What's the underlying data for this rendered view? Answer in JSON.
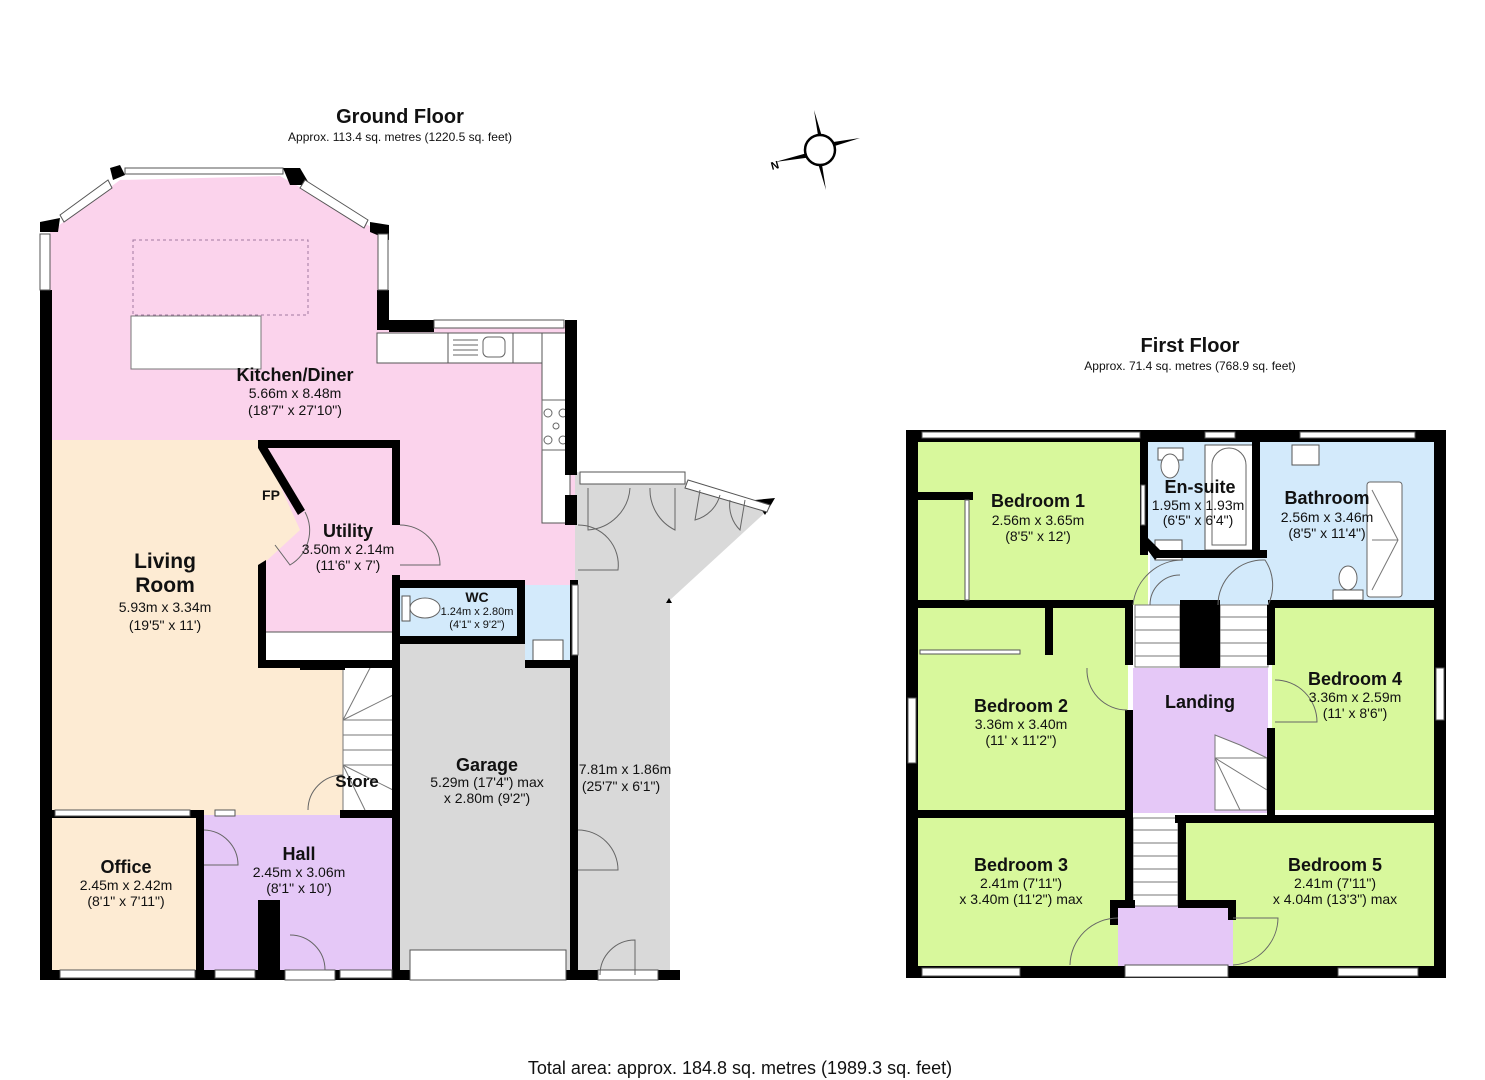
{
  "colors": {
    "kitchen": "#fbd3ec",
    "living": "#fdebd3",
    "hall": "#e5c8f7",
    "wet": "#d3eafb",
    "garage": "#d9d9d9",
    "bedroom": "#d8f89c",
    "wall": "#000000"
  },
  "compass": {
    "label": "N",
    "icon": "compass-rose-icon"
  },
  "ground_floor": {
    "title": "Ground Floor",
    "area": "Approx. 113.4 sq. metres (1220.5 sq. feet)",
    "rooms": {
      "kitchen": {
        "name": "Kitchen/Diner",
        "dim_m": "5.66m x 8.48m",
        "dim_ft": "(18'7\" x 27'10\")"
      },
      "living": {
        "name_line1": "Living",
        "name_line2": "Room",
        "dim_m": "5.93m x 3.34m",
        "dim_ft": "(19'5\" x 11')"
      },
      "fireplace": {
        "label": "FP"
      },
      "utility": {
        "name": "Utility",
        "dim_m": "3.50m x 2.14m",
        "dim_ft": "(11'6\" x 7')"
      },
      "wc": {
        "name": "WC",
        "dim_m": "1.24m x 2.80m",
        "dim_ft": "(4'1\" x 9'2\")"
      },
      "store": {
        "name": "Store"
      },
      "garage": {
        "name": "Garage",
        "dim_line1": "5.29m (17'4\") max",
        "dim_line2": "x 2.80m (9'2\")"
      },
      "passage": {
        "dim_m": "7.81m x 1.86m",
        "dim_ft": "(25'7\" x 6'1\")"
      },
      "office": {
        "name": "Office",
        "dim_m": "2.45m x 2.42m",
        "dim_ft": "(8'1\" x 7'11\")"
      },
      "hall": {
        "name": "Hall",
        "dim_m": "2.45m x 3.06m",
        "dim_ft": "(8'1\" x 10')"
      }
    }
  },
  "first_floor": {
    "title": "First Floor",
    "area": "Approx. 71.4 sq. metres (768.9 sq. feet)",
    "rooms": {
      "bedroom1": {
        "name": "Bedroom 1",
        "dim_m": "2.56m x 3.65m",
        "dim_ft": "(8'5\" x 12')"
      },
      "ensuite": {
        "name": "En-suite",
        "dim_m": "1.95m x 1.93m",
        "dim_ft": "(6'5\" x 6'4\")"
      },
      "bathroom": {
        "name": "Bathroom",
        "dim_m": "2.56m x 3.46m",
        "dim_ft": "(8'5\" x 11'4\")"
      },
      "bedroom2": {
        "name": "Bedroom 2",
        "dim_m": "3.36m x 3.40m",
        "dim_ft": "(11' x 11'2\")"
      },
      "landing": {
        "name": "Landing"
      },
      "bedroom4": {
        "name": "Bedroom 4",
        "dim_m": "3.36m x 2.59m",
        "dim_ft": "(11' x 8'6\")"
      },
      "bedroom3": {
        "name": "Bedroom 3",
        "dim_line1": "2.41m (7'11\")",
        "dim_line2": "x 3.40m (11'2\") max"
      },
      "bedroom5": {
        "name": "Bedroom 5",
        "dim_line1": "2.41m (7'11\")",
        "dim_line2": "x 4.04m (13'3\") max"
      }
    }
  },
  "total_area": "Total area: approx. 184.8 sq. metres (1989.3 sq. feet)"
}
